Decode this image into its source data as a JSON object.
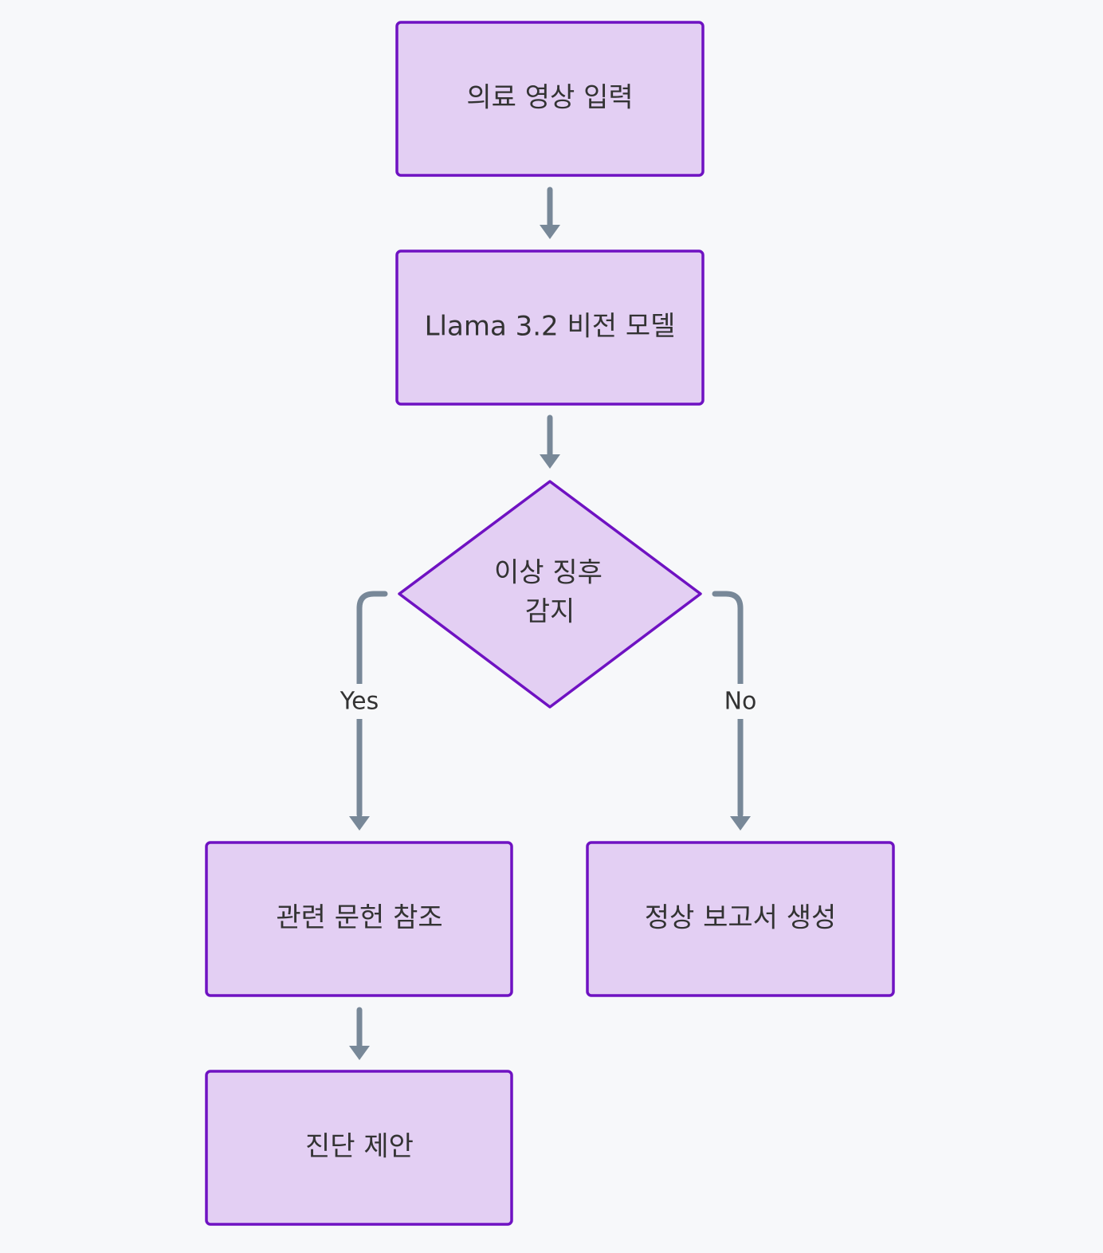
{
  "diagram": {
    "nodes": {
      "input": {
        "label": "의료 영상 입력",
        "shape": "rectangle"
      },
      "model": {
        "label": "Llama 3.2 비전 모델",
        "shape": "rectangle"
      },
      "decision": {
        "label_line1": "이상 징후",
        "label_line2": "감지",
        "shape": "diamond"
      },
      "literature": {
        "label": "관련 문헌 참조",
        "shape": "rectangle"
      },
      "normal_report": {
        "label": "정상 보고서 생성",
        "shape": "rectangle"
      },
      "diagnosis": {
        "label": "진단 제안",
        "shape": "rectangle"
      }
    },
    "edges": {
      "yes_label": "Yes",
      "no_label": "No"
    },
    "colors": {
      "background": "#f7f8fa",
      "node_fill": "#e3cff3",
      "node_stroke": "#6f12c2",
      "edge": "#788898",
      "text": "#333333"
    }
  }
}
